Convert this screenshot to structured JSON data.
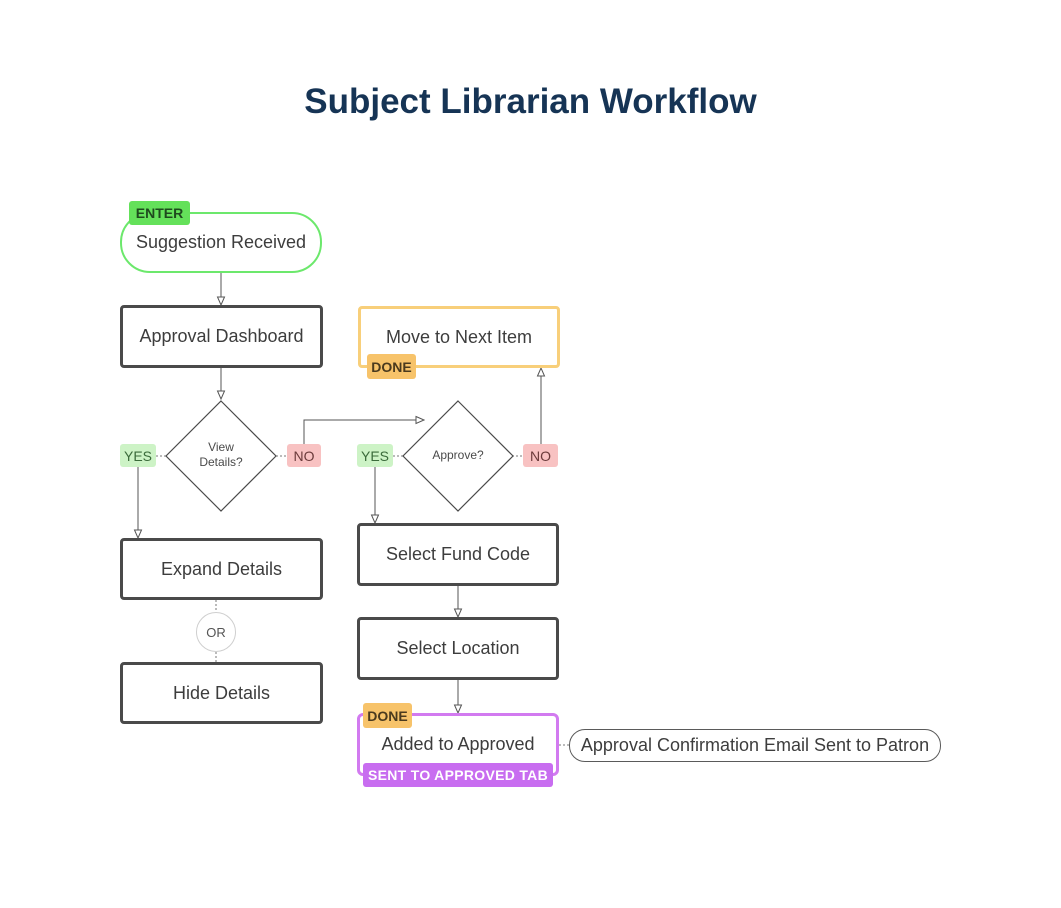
{
  "title": "Subject Librarian Workflow",
  "nodes": {
    "suggestion_received": "Suggestion Received",
    "approval_dashboard": "Approval Dashboard",
    "view_details": "View Details?",
    "expand_details": "Expand Details",
    "hide_details": "Hide Details",
    "move_next": "Move to Next Item",
    "approve": "Approve?",
    "select_fund": "Select Fund Code",
    "select_location": "Select Location",
    "added_approved": "Added to Approved",
    "email_note": "Approval Confirmation Email Sent to Patron"
  },
  "tags": {
    "enter": "ENTER",
    "done": "DONE",
    "sent_to_approved": "SENT TO APPROVED TAB",
    "yes": "YES",
    "no": "NO",
    "or": "OR"
  },
  "colors": {
    "title": "#163455",
    "enter": "#64e15a",
    "done": "#f7c36a",
    "approved": "#c86df0",
    "yes": "#cdf3c6",
    "no": "#f8c2c2"
  }
}
